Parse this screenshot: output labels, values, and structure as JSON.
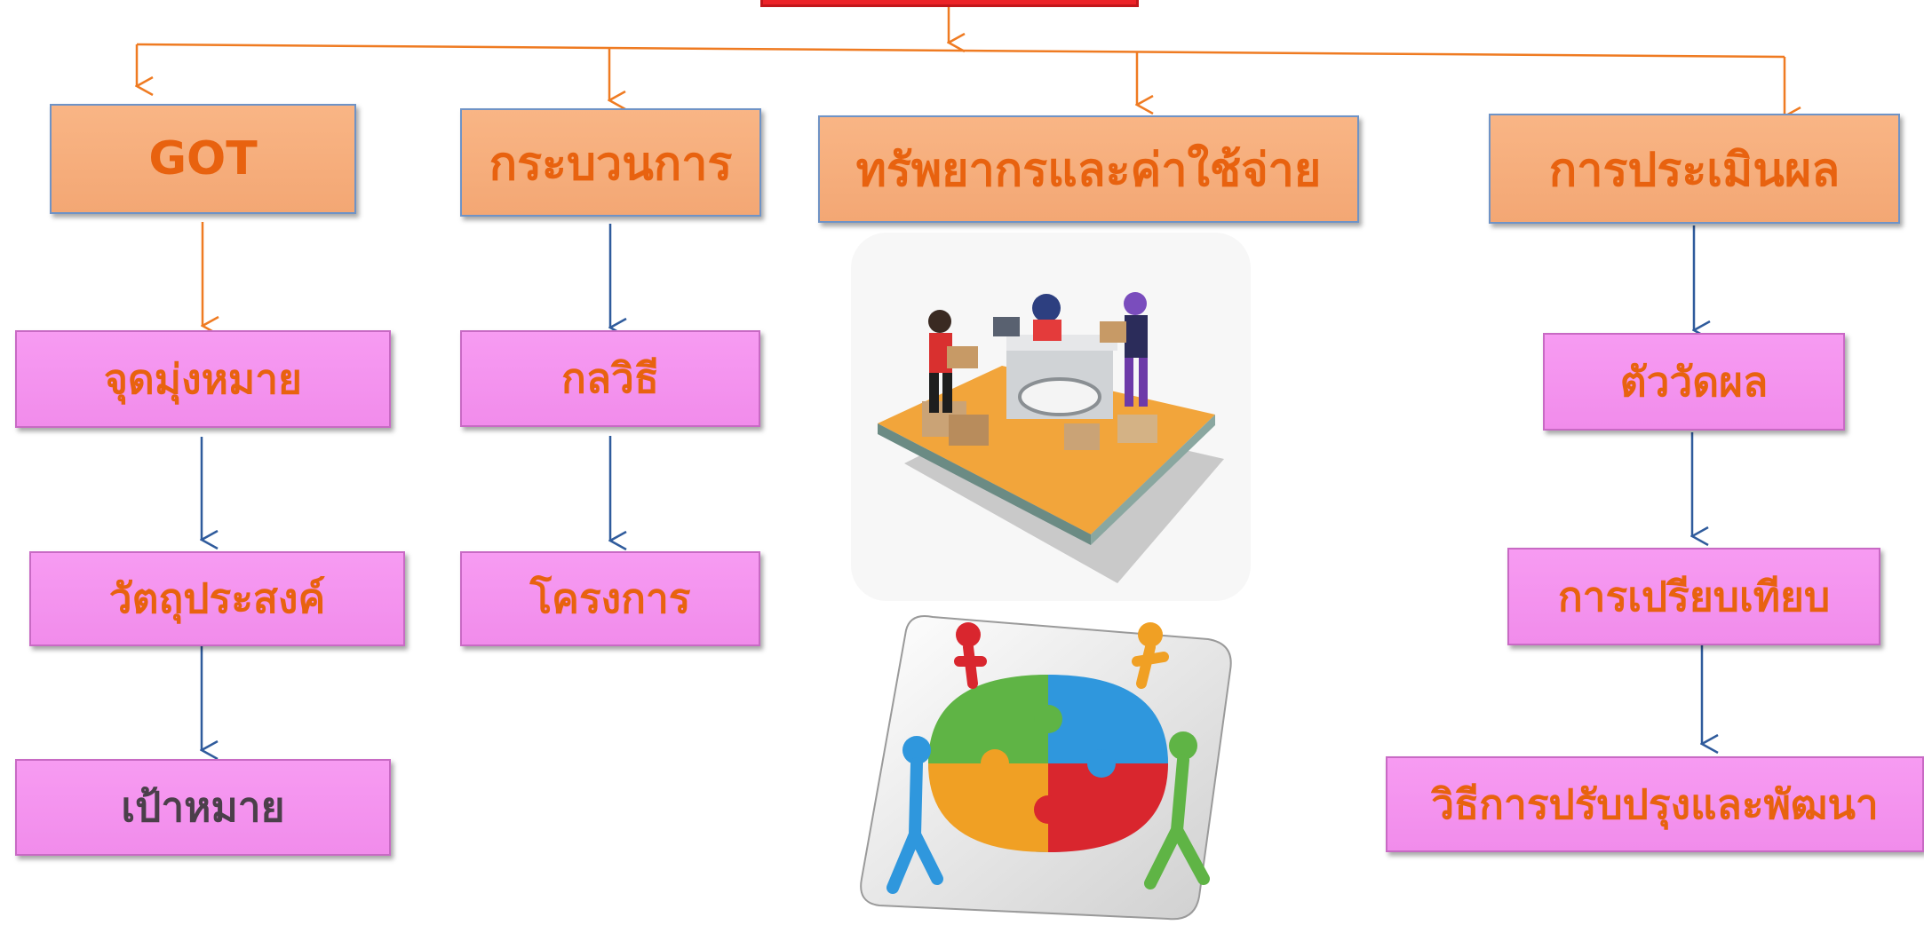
{
  "diagram": {
    "root": {
      "label": ""
    },
    "columns": [
      {
        "header": "GOT",
        "items": [
          "จุดมุ่งหมาย",
          "วัตถุประสงค์",
          "เป้าหมาย"
        ]
      },
      {
        "header": "กระบวนการ",
        "items": [
          "กลวิธี",
          "โครงการ"
        ]
      },
      {
        "header": "ทรัพยากรและค่าใช้จ่าย",
        "illustrations": [
          "service-counter-illustration",
          "puzzle-teamwork-illustration"
        ]
      },
      {
        "header": "การประเมินผล",
        "items": [
          "ตัววัดผล",
          "การเปรียบเทียบ",
          "วิธีการปรับปรุงและพัฒนา"
        ]
      }
    ]
  },
  "colors": {
    "header_fill": "#f6ad7b",
    "item_fill": "#f595f0",
    "text": "#e8620f",
    "root_fill": "#ec2227",
    "orange_connector": "#ef7b22",
    "blue_connector": "#2f5b9c"
  }
}
